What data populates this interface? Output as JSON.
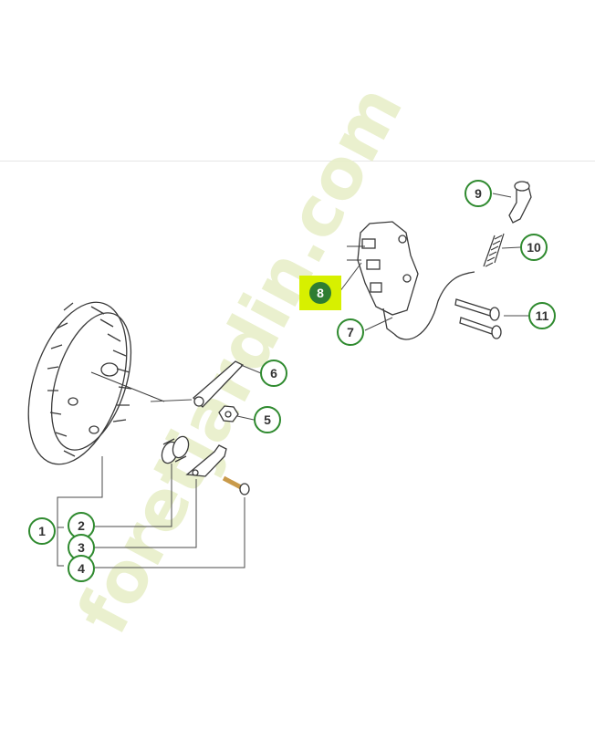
{
  "diagram": {
    "callouts": [
      {
        "label": "1"
      },
      {
        "label": "2"
      },
      {
        "label": "3"
      },
      {
        "label": "4"
      },
      {
        "label": "5"
      },
      {
        "label": "6"
      },
      {
        "label": "7"
      },
      {
        "label": "8"
      },
      {
        "label": "9"
      },
      {
        "label": "10"
      },
      {
        "label": "11"
      }
    ],
    "highlighted_callout": "8"
  },
  "watermark": {
    "text": "foretjardin.com",
    "colors": {
      "main": "#e8efc9",
      "accent": "#f2d9b6",
      "com": "#ddd8cf"
    }
  },
  "colors": {
    "callout_border": "#2f8a2f",
    "highlight_fill": "#d7f000",
    "highlight_circle": "#2e7d32"
  }
}
